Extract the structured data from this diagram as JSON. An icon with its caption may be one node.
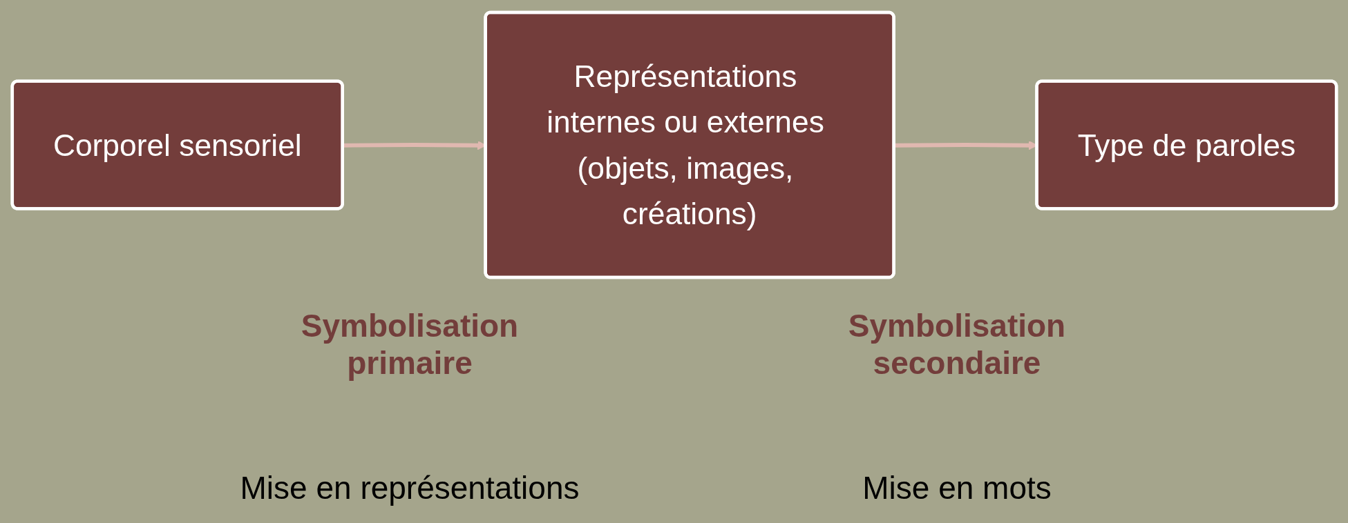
{
  "diagram": {
    "nodes": [
      {
        "text": [
          "Corporel sensoriel"
        ]
      },
      {
        "text": [
          "Représentations internes ou externes (objets, images, créations)"
        ]
      },
      {
        "text": [
          "Type de paroles"
        ]
      }
    ],
    "edges": [
      {
        "from": 0,
        "to": 1,
        "arrow": "to"
      },
      {
        "from": 1,
        "to": 2,
        "arrow": "to"
      }
    ],
    "labels": [
      "Symbolisation primaire",
      "Symbolisation secondaire",
      "Mise en représentations",
      "Mise en mots"
    ]
  }
}
